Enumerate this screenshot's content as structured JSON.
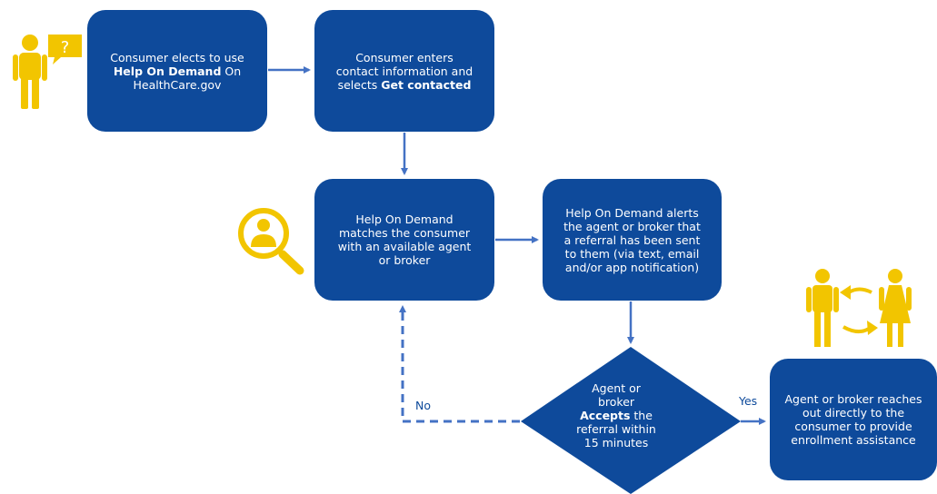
{
  "colors": {
    "box_fill": "#0e4a9b",
    "arrow": "#4472c4",
    "icon_yellow": "#f2c500"
  },
  "icons": [
    "person-question-icon",
    "search-person-icon",
    "person-exchange-icon"
  ],
  "step1": {
    "line1": "Consumer elects to use",
    "line2_bold": "Help On Demand",
    "line2_rest": " On",
    "line3": "HealthCare.gov"
  },
  "step2": {
    "line1": "Consumer enters",
    "line2": "contact information and",
    "line3_pre": "selects ",
    "line3_bold": "Get contacted"
  },
  "step3": {
    "line1": "Help On Demand",
    "line2": "matches the consumer",
    "line3": "with an available agent",
    "line4": "or broker"
  },
  "step4": {
    "line1": "Help On Demand alerts",
    "line2": "the agent or broker that",
    "line3": "a referral has been sent",
    "line4": "to them (via text, email",
    "line5": "and/or app notification)"
  },
  "decision": {
    "line1": "Agent or",
    "line2": "broker",
    "line3_bold": "Accepts",
    "line3_rest": " the",
    "line4": "referral within",
    "line5": "15 minutes"
  },
  "step5": {
    "line1": "Agent or broker reaches",
    "line2": "out directly to the",
    "line3": "consumer to provide",
    "line4": "enrollment assistance"
  },
  "labels": {
    "question_mark": "?",
    "no": "No",
    "yes": "Yes"
  }
}
